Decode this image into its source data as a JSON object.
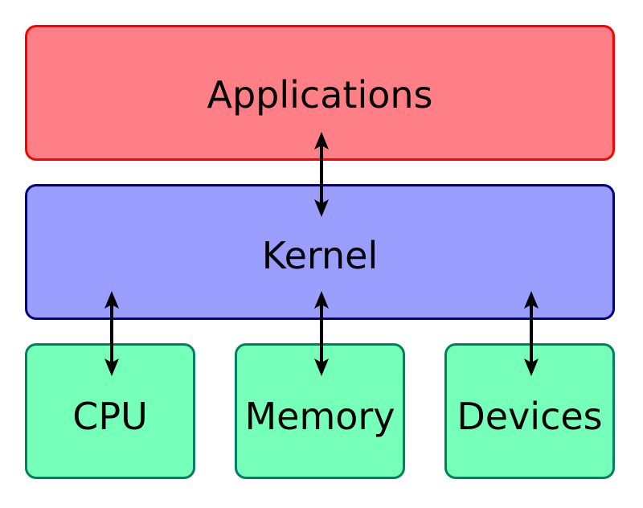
{
  "diagram": {
    "layers": {
      "applications": "Applications",
      "kernel": "Kernel"
    },
    "hardware": {
      "cpu": "CPU",
      "memory": "Memory",
      "devices": "Devices"
    },
    "colors": {
      "applications_fill": "#ff7f87",
      "applications_border": "#ff0000",
      "kernel_fill": "#9a9eff",
      "kernel_border": "#000080",
      "hardware_fill": "#76ffb9",
      "hardware_border": "#008060",
      "arrow": "#000000"
    },
    "connections": [
      {
        "from": "Applications",
        "to": "Kernel",
        "direction": "bidirectional"
      },
      {
        "from": "Kernel",
        "to": "CPU",
        "direction": "bidirectional"
      },
      {
        "from": "Kernel",
        "to": "Memory",
        "direction": "bidirectional"
      },
      {
        "from": "Kernel",
        "to": "Devices",
        "direction": "bidirectional"
      }
    ]
  }
}
